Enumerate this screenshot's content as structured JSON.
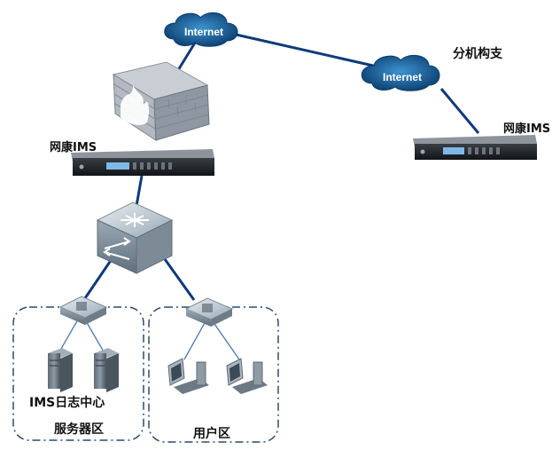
{
  "clouds": {
    "top": "Internet",
    "right": "Internet"
  },
  "labels": {
    "branch": "分机构支",
    "ims_left": "网康IMS",
    "ims_right": "网康IMS",
    "log_center": "IMS日志中心",
    "server_zone": "服务器区",
    "user_zone": "用户区"
  },
  "colors": {
    "link": "#0e3a7a",
    "cloud_dark": "#0b3d6e",
    "cloud_light": "#2f86c4",
    "zone_border": "#2d4a6b"
  }
}
